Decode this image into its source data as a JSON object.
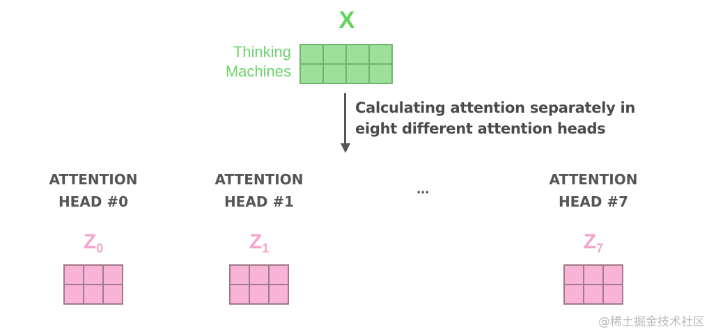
{
  "input": {
    "title": "X",
    "words": [
      "Thinking",
      "Machines"
    ]
  },
  "arrow": {
    "caption_line1": "Calculating attention separately in",
    "caption_line2": "eight different attention heads"
  },
  "heads": [
    {
      "line1": "ATTENTION",
      "line2": "HEAD #0",
      "z_letter": "Z",
      "z_sub": "0"
    },
    {
      "line1": "ATTENTION",
      "line2": "HEAD #1",
      "z_letter": "Z",
      "z_sub": "1"
    },
    {
      "line1": "ATTENTION",
      "line2": "HEAD #7",
      "z_letter": "Z",
      "z_sub": "7"
    }
  ],
  "ellipsis": "...",
  "watermark": "@稀土掘金技术社区",
  "colors": {
    "input_green": "#9de09a",
    "title_green": "#5dd55b",
    "output_pink": "#f8b3d7",
    "z_label_pink": "#f5a4cc",
    "text_gray": "#555555"
  }
}
